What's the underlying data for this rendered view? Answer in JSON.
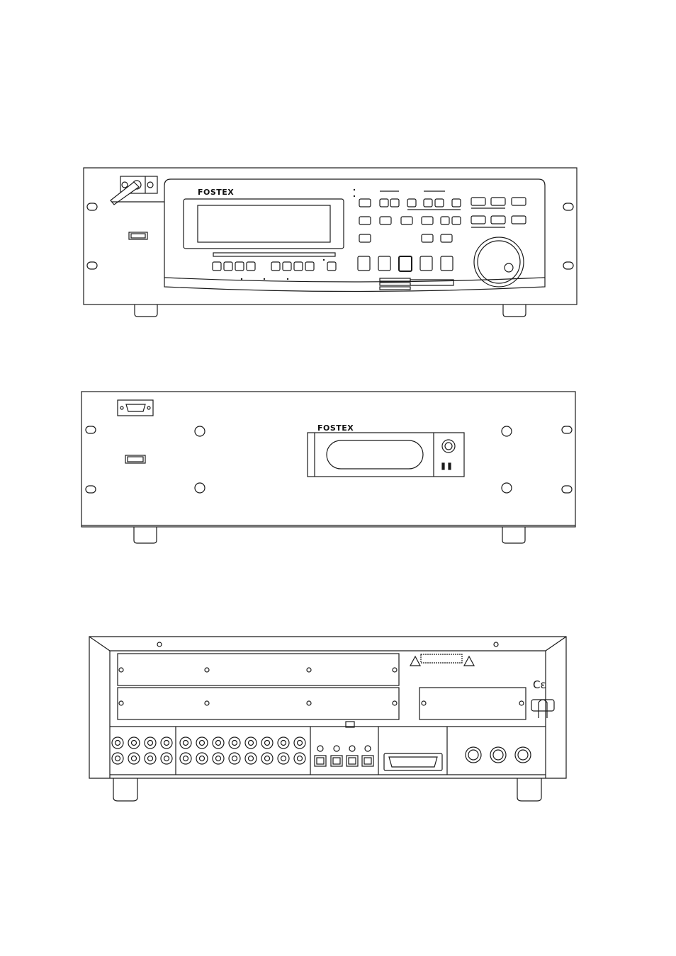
{
  "brand_logo": "FOSTEX",
  "views": [
    {
      "name": "front-panel",
      "brand": "FOSTEX"
    },
    {
      "name": "front-panel-open",
      "brand": "FOSTEX"
    },
    {
      "name": "rear-panel",
      "brand": ""
    }
  ],
  "colors": {
    "line": "#1a1a1a",
    "background": "#ffffff"
  },
  "icons": [
    "warning-triangle-icon",
    "ce-mark-icon",
    "power-cord-icon",
    "jog-dial-icon"
  ]
}
